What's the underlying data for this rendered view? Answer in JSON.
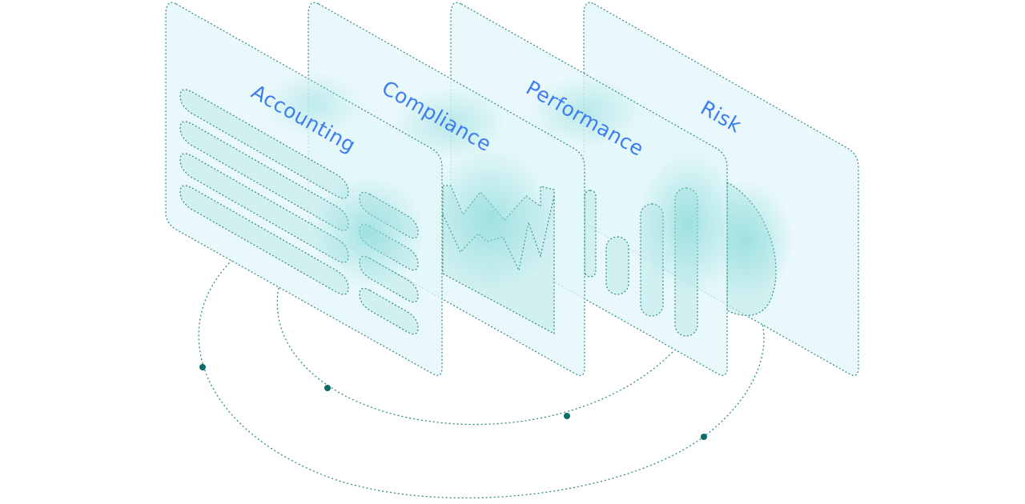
{
  "panels": [
    {
      "label": "Accounting",
      "visual": "text-lines"
    },
    {
      "label": "Compliance",
      "visual": "area-chart"
    },
    {
      "label": "Performance",
      "visual": "bar-chart"
    },
    {
      "label": "Risk",
      "visual": "pie-chart"
    }
  ],
  "colors": {
    "panel_fill": "#e3f6f8",
    "inner_fill": "#c4ebec",
    "glow": "#8fdcdb",
    "outline": "#2f8a86",
    "node": "#0f6b69",
    "label_text": "#3d7df0"
  },
  "orbits": {
    "count": 2,
    "nodes_per_orbit": 2
  }
}
